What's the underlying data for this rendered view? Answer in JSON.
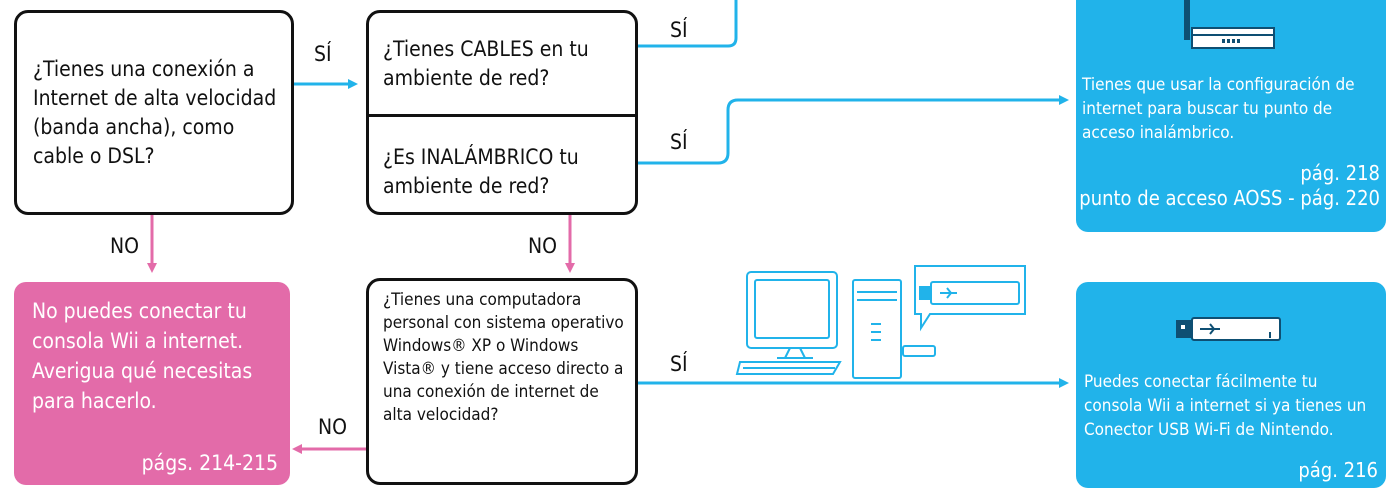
{
  "q1": {
    "text": "¿Tienes una conexión a Internet de alta velocidad (banda ancha), como cable o DSL?"
  },
  "q2a": {
    "text": "¿Tienes CABLES en tu ambiente de red?"
  },
  "q2b": {
    "text": "¿Es INALÁMBRICO tu ambiente de red?"
  },
  "q3": {
    "text": "¿Tienes una computadora personal con sistema operativo Windows® XP o Windows Vista® y tiene acceso directo a una conexión de internet de alta velocidad?"
  },
  "labels": {
    "si": "SÍ",
    "no": "NO"
  },
  "result_no": {
    "text": "No puedes conectar tu consola Wii a internet. Averigua qué necesitas para hacerlo.",
    "page": "págs. 214-215"
  },
  "result_wireless": {
    "text": "Tienes que usar la configuración de internet para buscar tu punto de acceso inalámbrico.",
    "page": "pág. 218",
    "page2": "punto de acceso AOSS - pág. 220"
  },
  "result_usb": {
    "text": "Puedes conectar fácilmente tu consola Wii a internet si ya tienes un Conector USB Wi-Fi de Nintendo.",
    "page": "pág. 216"
  },
  "colors": {
    "accent_blue": "#21b3ea",
    "accent_pink": "#e36ba9",
    "border": "#111111"
  },
  "icons": [
    "router-icon",
    "computer-icon",
    "usb-connector-icon"
  ]
}
